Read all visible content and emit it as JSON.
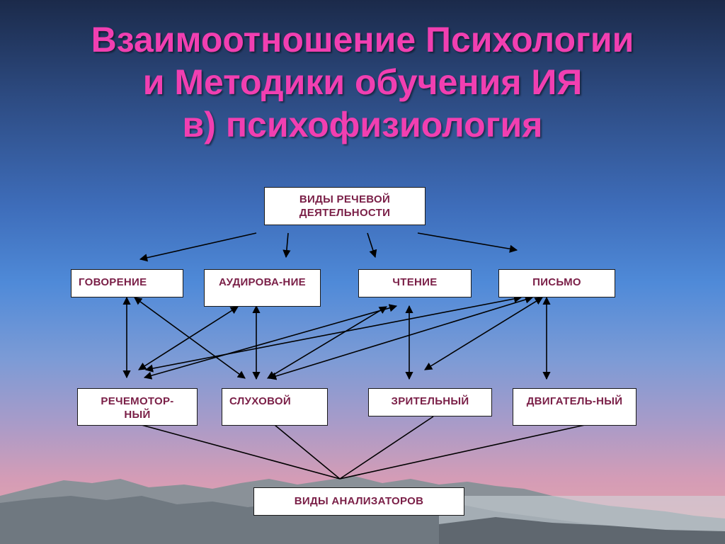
{
  "title": {
    "line1": "Взаимоотношение Психологии",
    "line2": "и Методики обучения ИЯ",
    "line3": "в) психофизиология"
  },
  "top_box": {
    "line1": "ВИДЫ РЕЧЕВОЙ",
    "line2": "ДЕЯТЕЛЬНОСТИ"
  },
  "activities": {
    "speaking": "ГОВОРЕНИЕ",
    "listening": "АУДИРОВА-НИЕ",
    "reading": "ЧТЕНИЕ",
    "writing": "ПИСЬМО"
  },
  "analyzers": {
    "speech_motor_line1": "РЕЧЕМОТОР-",
    "speech_motor_line2": "НЫЙ",
    "auditory": "СЛУХОВОЙ",
    "visual": "ЗРИТЕЛЬНЫЙ",
    "motor": "ДВИГАТЕЛЬ-НЫЙ"
  },
  "bottom_box": {
    "label": "ВИДЫ АНАЛИЗАТОРОВ"
  },
  "colors": {
    "title": "#f13fb1",
    "box_text": "#7a1f47",
    "box_bg": "#ffffff"
  }
}
